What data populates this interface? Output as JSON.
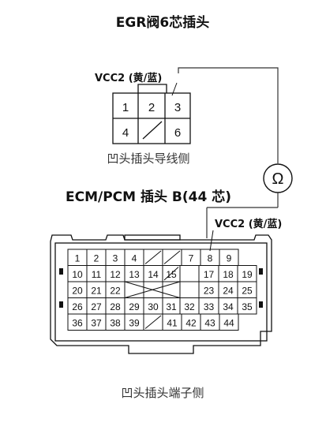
{
  "egr": {
    "title": "EGR阀6芯插头",
    "wire_label": "VCC2 (黄/蓝)",
    "pins": [
      "1",
      "2",
      "3",
      "4",
      "6"
    ],
    "side_label": "凹头插头导线侧"
  },
  "meter": {
    "symbol": "Ω"
  },
  "ecm": {
    "title": "ECM/PCM 插头 B(44 芯)",
    "wire_label": "VCC2 (黄/蓝)",
    "side_label": "凹头插头端子侧",
    "rows": [
      [
        "1",
        "2",
        "3",
        "4",
        "",
        "",
        "7",
        "8",
        "9"
      ],
      [
        "10",
        "11",
        "12",
        "13",
        "14",
        "15",
        "",
        "17",
        "18",
        "19"
      ],
      [
        "20",
        "21",
        "22",
        "",
        "",
        "",
        "",
        "23",
        "24",
        "25"
      ],
      [
        "26",
        "27",
        "28",
        "29",
        "30",
        "31",
        "32",
        "33",
        "34",
        "35"
      ],
      [
        "36",
        "37",
        "38",
        "39",
        "",
        "41",
        "42",
        "43",
        "44"
      ]
    ]
  }
}
